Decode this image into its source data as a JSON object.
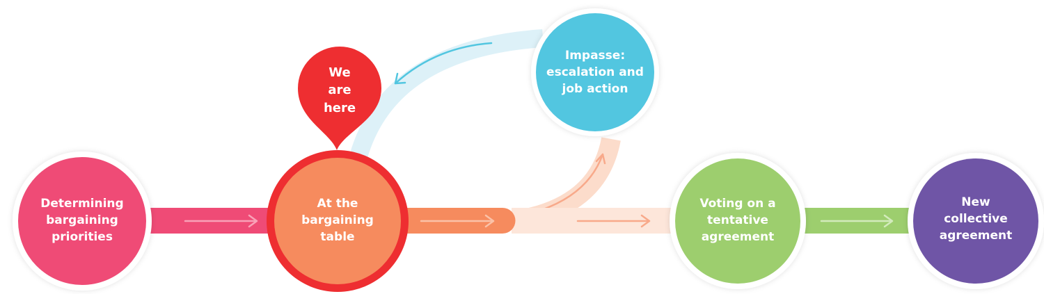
{
  "steps": {
    "determining": "Determining\nbargaining\npriorities",
    "bargaining_table": "At the\nbargaining\ntable",
    "impasse": "Impasse:\nescalation and\njob action",
    "voting": "Voting on a\ntentative\nagreement",
    "new_agreement": "New\ncollective\nagreement"
  },
  "marker": {
    "text": "We\nare\nhere"
  },
  "colors": {
    "determining": "#EF4B76",
    "bargaining_table": "#F68B5E",
    "bargaining_ring": "#EE2E31",
    "impasse": "#52C6E0",
    "voting": "#9DCE6E",
    "new_agreement": "#6F55A6",
    "marker": "#EE2E31",
    "connector_pink": "#EF4B76",
    "connector_orange": "#F68B5E",
    "connector_orange_light": "#FCDCCB",
    "connector_blue_light": "#DDF1F8",
    "connector_green": "#9DCE6E"
  }
}
